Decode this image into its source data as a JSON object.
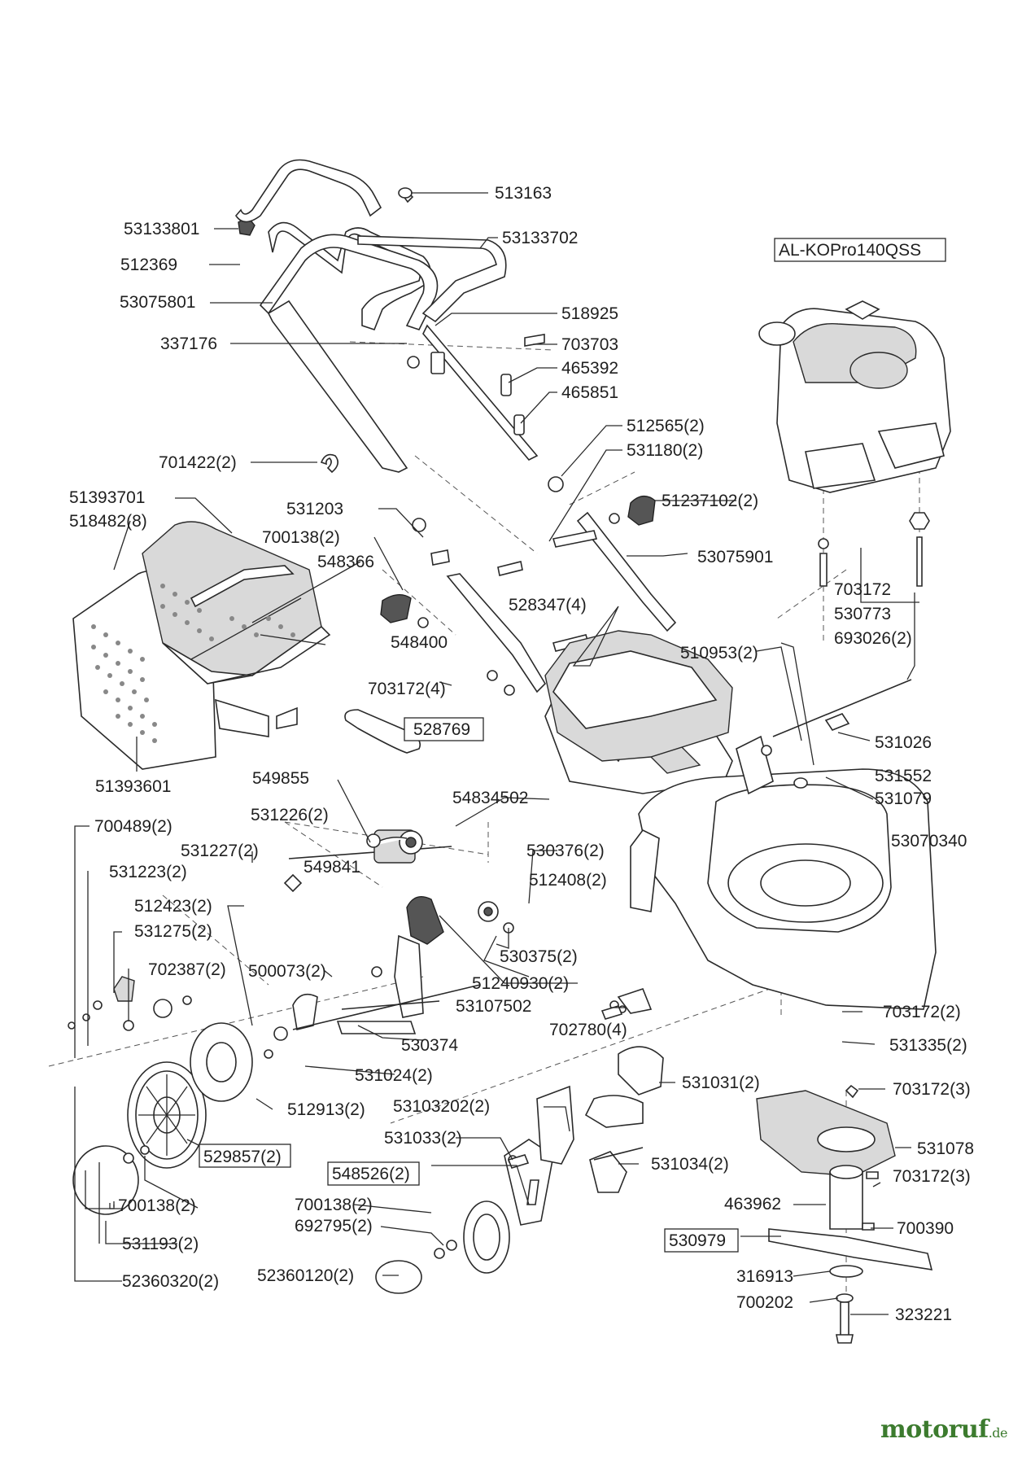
{
  "engine_model": "AL-KOPro140QSS",
  "part_labels": [
    "513163",
    "53133801",
    "53133702",
    "512369",
    "53075801",
    "518925",
    "337176",
    "703703",
    "465392",
    "465851",
    "512565(2)",
    "531180(2)",
    "701422(2)",
    "51237102(2)",
    "51393701",
    "518482(8)",
    "531203",
    "700138(2)",
    "53075901",
    "548366",
    "528347(4)",
    "548400",
    "703172(4)",
    "510953(2)",
    "703172",
    "530773",
    "693026(2)",
    "528769",
    "531026",
    "549855",
    "531552",
    "54834502",
    "531079",
    "531226(2)",
    "700489(2)",
    "531227(2)",
    "549841",
    "53070340",
    "530376(2)",
    "531223(2)",
    "512408(2)",
    "512423(2)",
    "531275(2)",
    "530375(2)",
    "702387(2)",
    "500073(2)",
    "51240930(2)",
    "53107502",
    "702780(4)",
    "703172(2)",
    "530374",
    "531335(2)",
    "531024(2)",
    "531031(2)",
    "703172(3)",
    "512913(2)",
    "53103202(2)",
    "531078",
    "529857(2)",
    "531033(2)",
    "531034(2)",
    "548526(2)",
    "703172(3)",
    "463962",
    "700138(2)",
    "700390",
    "692795(2)",
    "530979",
    "316913",
    "52360120(2)",
    "700202",
    "323221",
    "700138(2)",
    "531193(2)",
    "52360320(2)",
    "51393601"
  ],
  "watermark": {
    "name": "motoruf",
    "tld": ".de"
  }
}
